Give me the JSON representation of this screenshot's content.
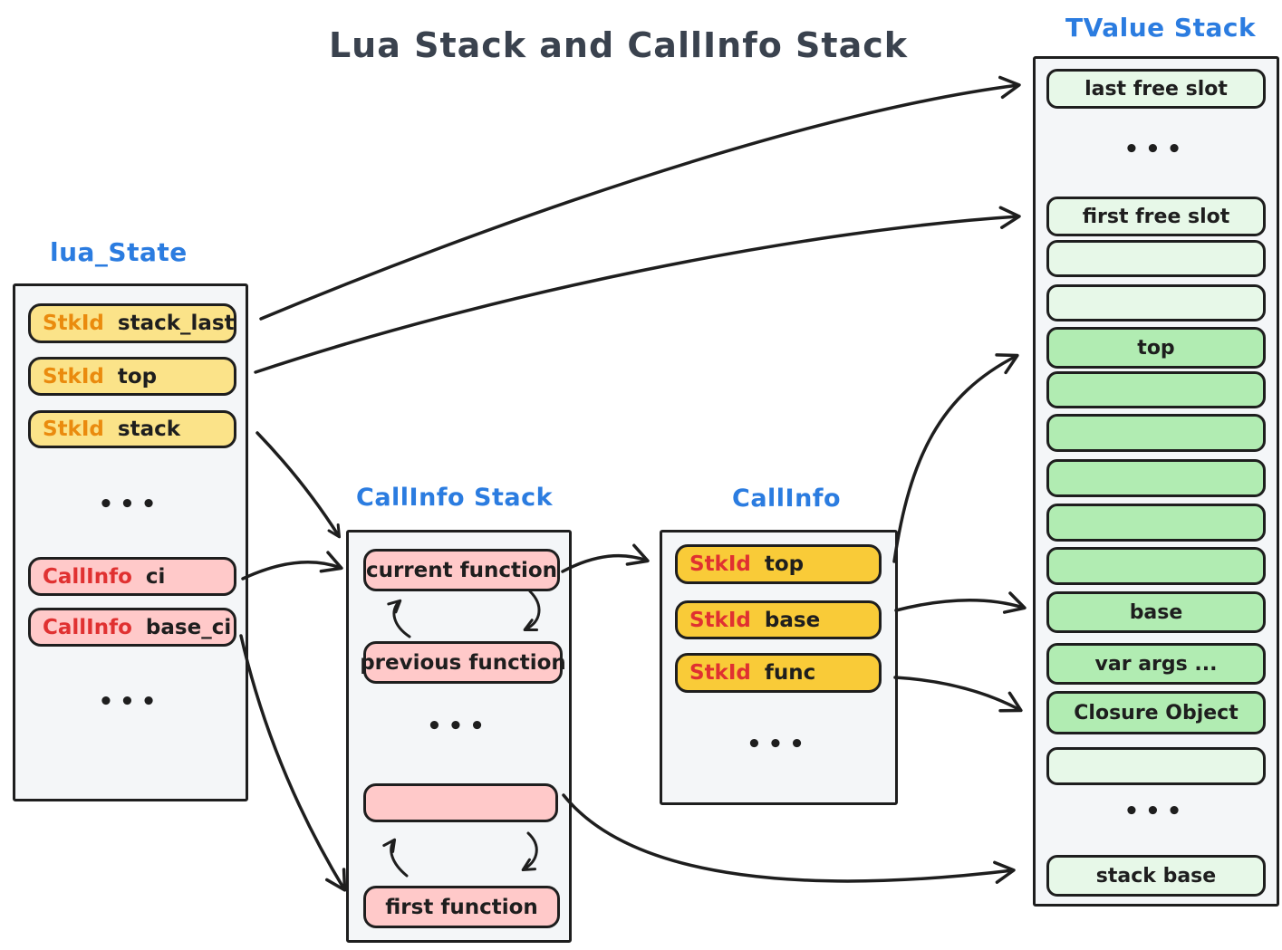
{
  "title": "Lua Stack and CallInfo Stack",
  "ellipsis": "•••",
  "colors": {
    "label_blue": "#2b7ce0",
    "type_orange": "#ea8b0e",
    "type_red": "#e03131",
    "yellow_fill": "#fbe389",
    "gold_fill": "#f9cb38",
    "pink_fill": "#ffc9c9",
    "green_fill": "#b1ecb2",
    "pale_green_fill": "#e7f8e8",
    "ink": "#1e1e1e"
  },
  "lua_state": {
    "label": "lua_State",
    "fields": [
      {
        "type": "StkId",
        "name": "stack_last"
      },
      {
        "type": "StkId",
        "name": "top"
      },
      {
        "type": "StkId",
        "name": "stack"
      },
      {
        "type": "CallInfo",
        "name": "ci"
      },
      {
        "type": "CallInfo",
        "name": "base_ci"
      }
    ]
  },
  "callinfo_stack": {
    "label": "CallInfo Stack",
    "items": [
      {
        "label": "current function"
      },
      {
        "label": "previous function"
      },
      {
        "label": ""
      },
      {
        "label": "first function"
      }
    ]
  },
  "callinfo": {
    "label": "CallInfo",
    "fields": [
      {
        "type": "StkId",
        "name": "top"
      },
      {
        "type": "StkId",
        "name": "base"
      },
      {
        "type": "StkId",
        "name": "func"
      }
    ]
  },
  "tvalue_stack": {
    "label": "TValue Stack",
    "slots": [
      {
        "label": "last free slot"
      },
      {
        "label": "first free slot"
      },
      {
        "label": ""
      },
      {
        "label": ""
      },
      {
        "label": "top"
      },
      {
        "label": ""
      },
      {
        "label": ""
      },
      {
        "label": ""
      },
      {
        "label": ""
      },
      {
        "label": ""
      },
      {
        "label": "base"
      },
      {
        "label": "var args ..."
      },
      {
        "label": "Closure Object"
      },
      {
        "label": ""
      },
      {
        "label": "stack base"
      }
    ]
  }
}
